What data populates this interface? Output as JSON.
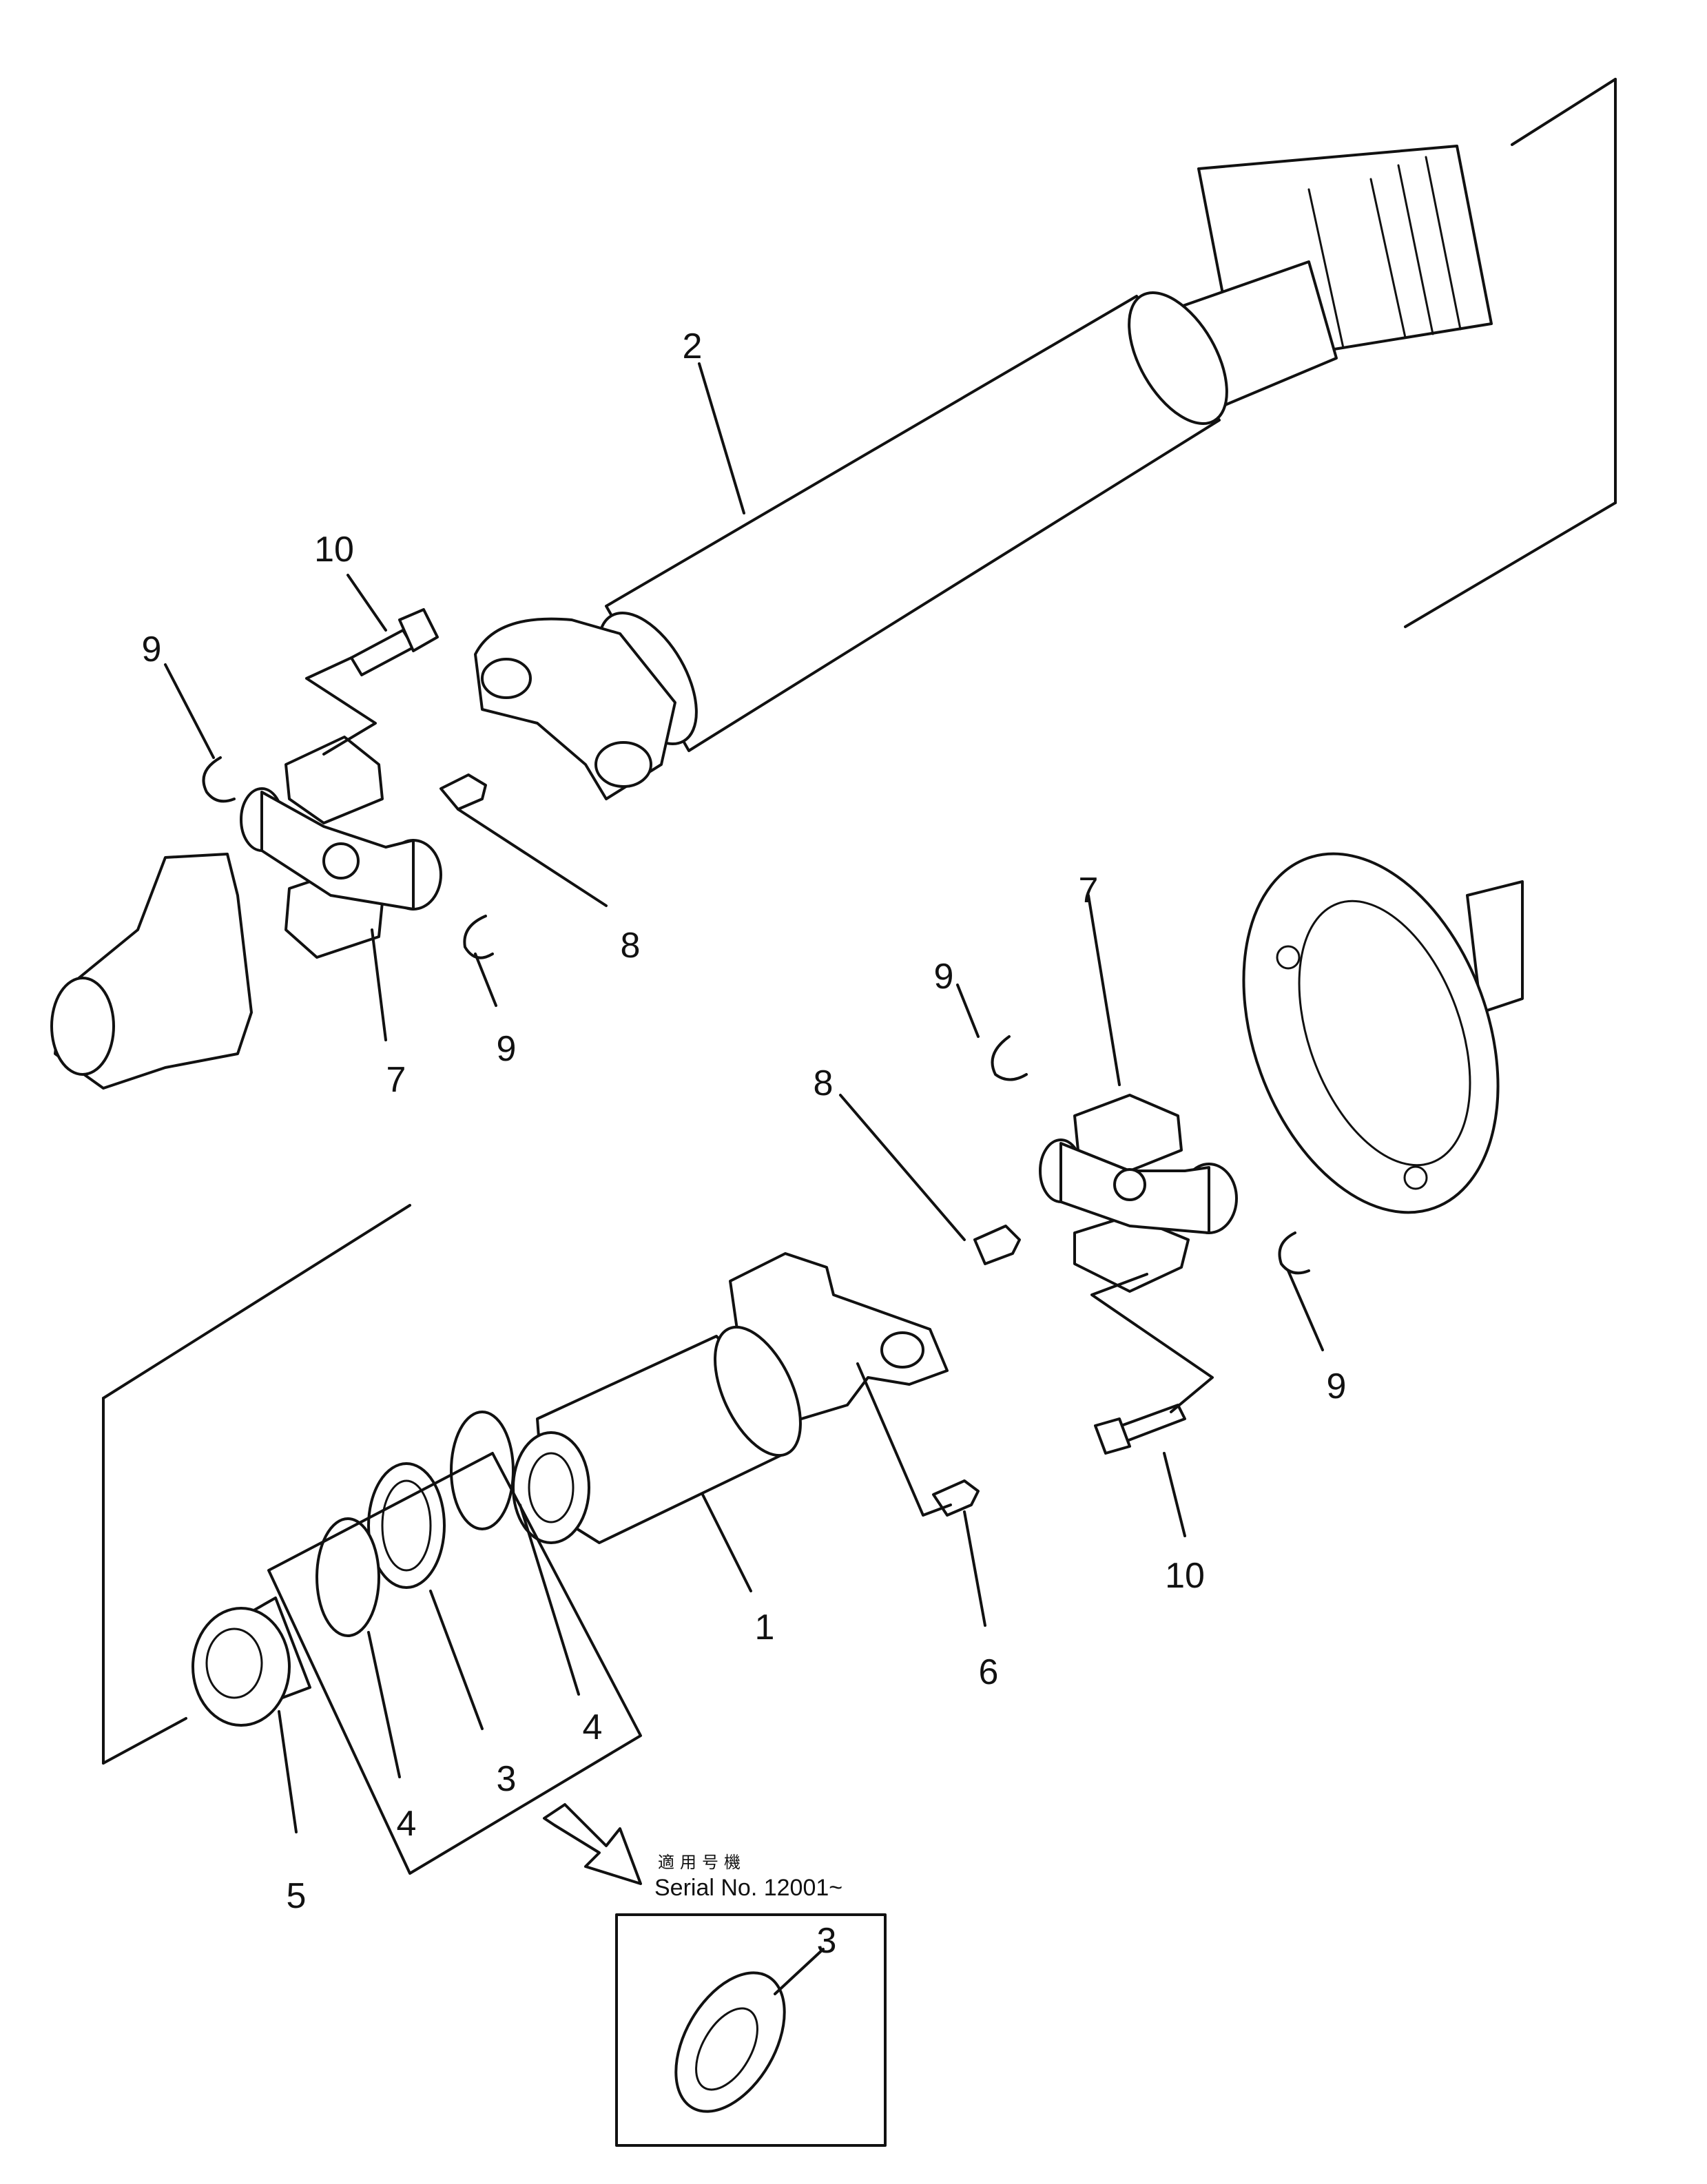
{
  "callouts": {
    "c2": "2",
    "c10a": "10",
    "c9a": "9",
    "c9b": "9",
    "c8a": "8",
    "c7a": "7",
    "c7b": "7",
    "c9c": "9",
    "c8b": "8",
    "c9d": "9",
    "c10b": "10",
    "c1": "1",
    "c6": "6",
    "c4a": "4",
    "c3a": "3",
    "c4b": "4",
    "c5": "5",
    "c3b": "3"
  },
  "serial": {
    "japanese": "適用号機",
    "text": "Serial No. 12001~"
  }
}
